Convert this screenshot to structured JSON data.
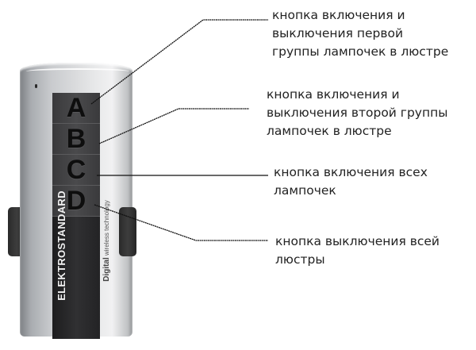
{
  "remote": {
    "keys": [
      "A",
      "B",
      "C",
      "D"
    ],
    "brand": "ELEKTROSTANDARD",
    "tagline_bold": "Digital",
    "tagline_rest": "wireless technology",
    "colors": {
      "panel": "#2a2a2c",
      "body_light": "#e7e8e9",
      "body_dark": "#7d8084",
      "key_letter": "#0e0e0e"
    }
  },
  "callouts": [
    {
      "key": "A",
      "text": "кнопка включения и\nвыключения первой\nгруппы лампочек в люстре"
    },
    {
      "key": "B",
      "text": "кнопка включения и\nвыключения второй группы\nлампочек в люстре"
    },
    {
      "key": "C",
      "text": "кнопка включения всех\nлампочек"
    },
    {
      "key": "D",
      "text": "кнопка выключения всей\nлюстры"
    }
  ],
  "colors": {
    "background": "#ffffff",
    "text": "#222222",
    "leader_line": "#111111"
  }
}
